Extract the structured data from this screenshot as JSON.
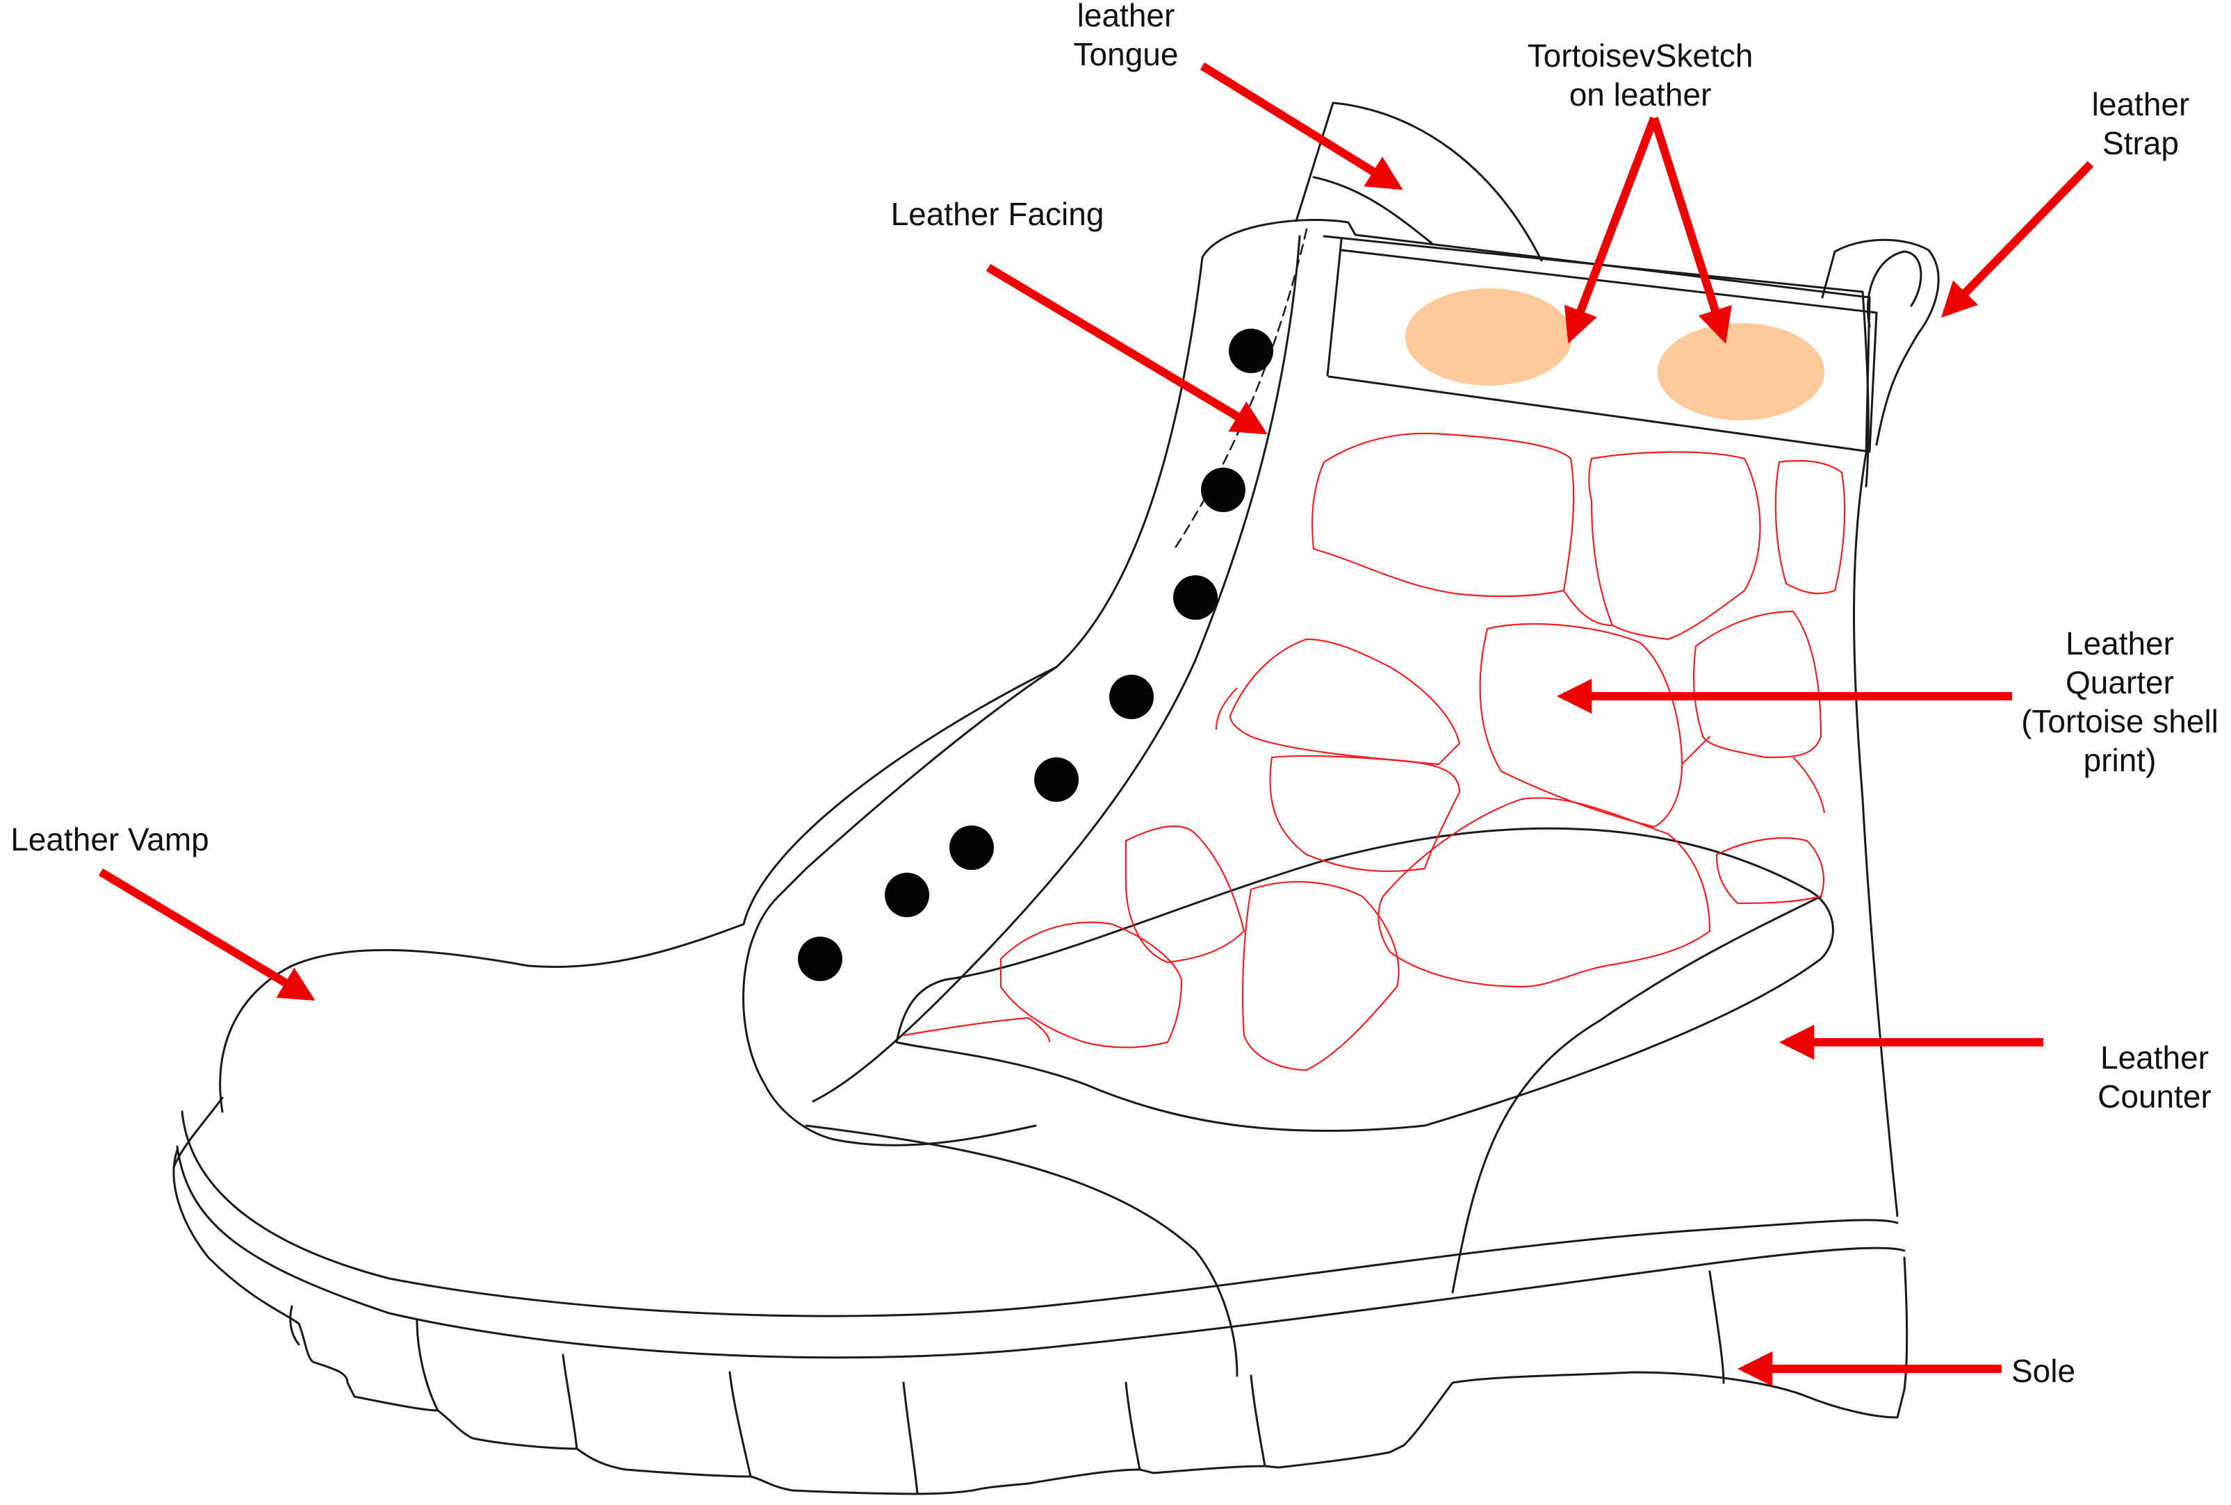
{
  "colors": {
    "outline": "#1a1a1a",
    "arrow": "#ee0000",
    "tortoise_print": "#ee2020",
    "sketch_patch": "#fcc99a",
    "eyelet": "#050505",
    "background": "#ffffff"
  },
  "labels": {
    "tongue": [
      "leather",
      "Tongue"
    ],
    "sketch": [
      "TortoisevSketch",
      "on leather"
    ],
    "strap": [
      "leather",
      "Strap"
    ],
    "facing": [
      "Leather Facing"
    ],
    "quarter": [
      "Leather",
      "Quarter",
      "(Tortoise shell",
      "print)"
    ],
    "vamp": [
      "Leather Vamp"
    ],
    "counter": [
      "Leather",
      "Counter"
    ],
    "sole": [
      "Sole"
    ]
  }
}
